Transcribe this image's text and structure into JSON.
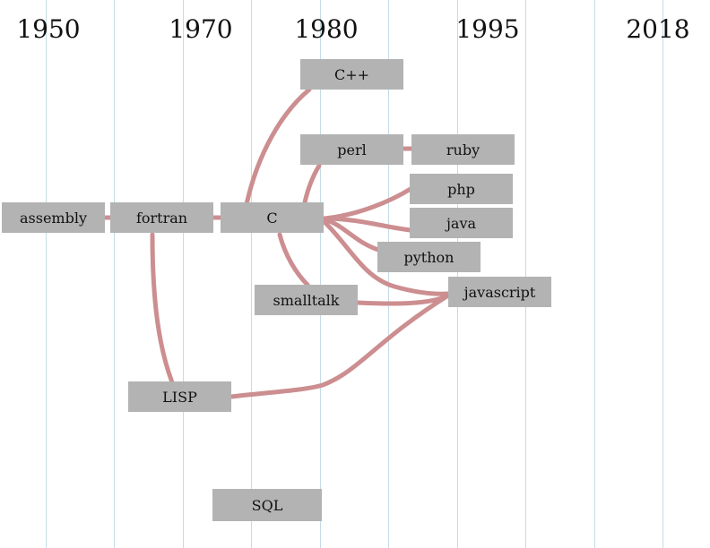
{
  "timeline": {
    "years": [
      "1950",
      "1970",
      "1980",
      "1995",
      "2018"
    ]
  },
  "languages": {
    "cpp": "C++",
    "perl": "perl",
    "ruby": "ruby",
    "php": "php",
    "assembly": "assembly",
    "fortran": "fortran",
    "c": "C",
    "java": "java",
    "python": "python",
    "smalltalk": "smalltalk",
    "javascript": "javascript",
    "lisp": "LISP",
    "sql": "SQL"
  },
  "colors": {
    "node_fill": "#b3b3b3",
    "link_stroke": "#cc8e90",
    "gridline": "#c5dbe6"
  },
  "links": [
    [
      "assembly",
      "fortran"
    ],
    [
      "fortran",
      "c"
    ],
    [
      "fortran",
      "lisp"
    ],
    [
      "c",
      "cpp"
    ],
    [
      "c",
      "perl"
    ],
    [
      "perl",
      "ruby"
    ],
    [
      "c",
      "php"
    ],
    [
      "c",
      "java"
    ],
    [
      "c",
      "python"
    ],
    [
      "c",
      "smalltalk"
    ],
    [
      "c",
      "javascript"
    ],
    [
      "smalltalk",
      "javascript"
    ],
    [
      "lisp",
      "javascript"
    ]
  ]
}
